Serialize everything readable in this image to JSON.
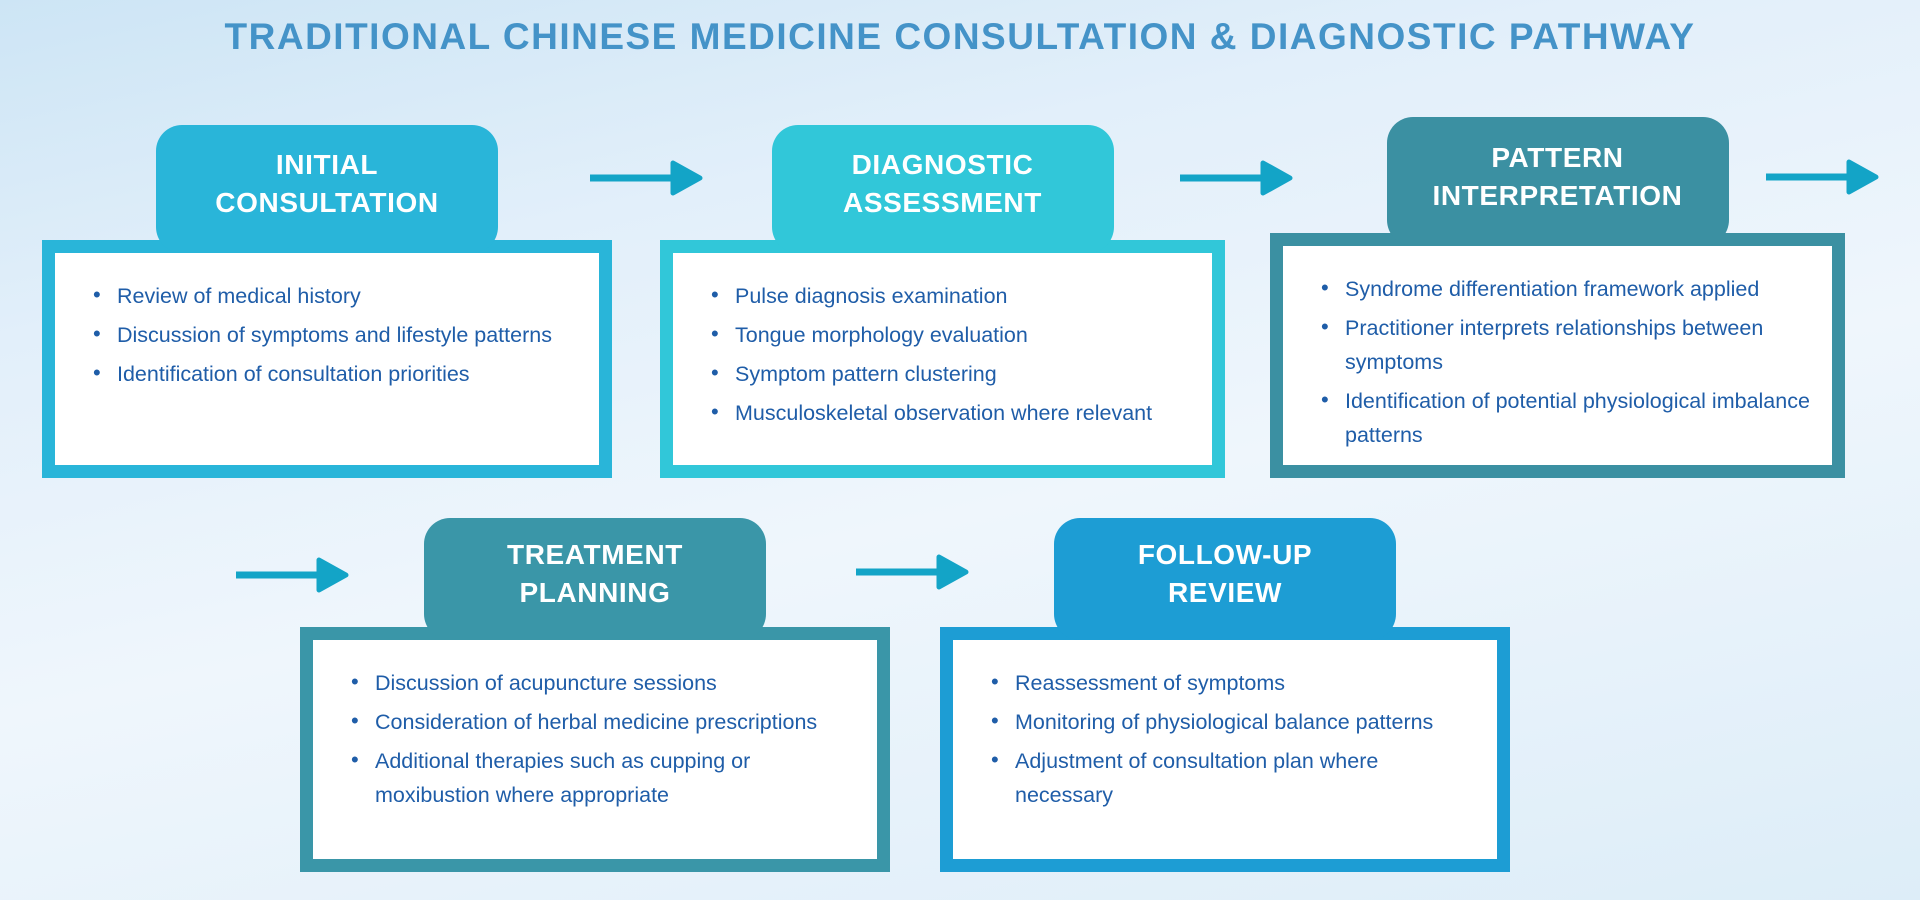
{
  "title": "TRADITIONAL CHINESE MEDICINE CONSULTATION & DIAGNOSTIC PATHWAY",
  "colors": {
    "background_top": "#cde5f5",
    "background_light": "#eff6fc",
    "title_text": "#4493c8",
    "bullet_text": "#1f5da8",
    "arrow": "#13a4c7",
    "card_background": "#ffffff",
    "header_text": "#ffffff"
  },
  "stages": [
    {
      "name_line1": "INITIAL",
      "name_line2": "CONSULTATION",
      "color": "#29b5d9",
      "bullets": [
        "Review of medical history",
        "Discussion of symptoms and lifestyle patterns",
        "Identification of consultation priorities"
      ]
    },
    {
      "name_line1": "DIAGNOSTIC",
      "name_line2": "ASSESSMENT",
      "color": "#31c7d9",
      "bullets": [
        "Pulse diagnosis examination",
        "Tongue morphology evaluation",
        "Symptom pattern clustering",
        "Musculoskeletal observation where relevant"
      ]
    },
    {
      "name_line1": "PATTERN",
      "name_line2": "INTERPRETATION",
      "color": "#3b90a2",
      "bullets": [
        "Syndrome differentiation framework applied",
        "Practitioner interprets relationships between symptoms",
        "Identification of potential physiological imbalance patterns"
      ]
    },
    {
      "name_line1": "TREATMENT",
      "name_line2": "PLANNING",
      "color": "#3a96a8",
      "bullets": [
        "Discussion of acupuncture sessions",
        "Consideration of herbal medicine prescriptions",
        "Additional therapies such as cupping or moxibustion where appropriate"
      ]
    },
    {
      "name_line1": "FOLLOW-UP",
      "name_line2": "REVIEW",
      "color": "#1d9dd4",
      "bullets": [
        "Reassessment of symptoms",
        "Monitoring of physiological balance patterns",
        "Adjustment of consultation plan where necessary"
      ]
    }
  ]
}
